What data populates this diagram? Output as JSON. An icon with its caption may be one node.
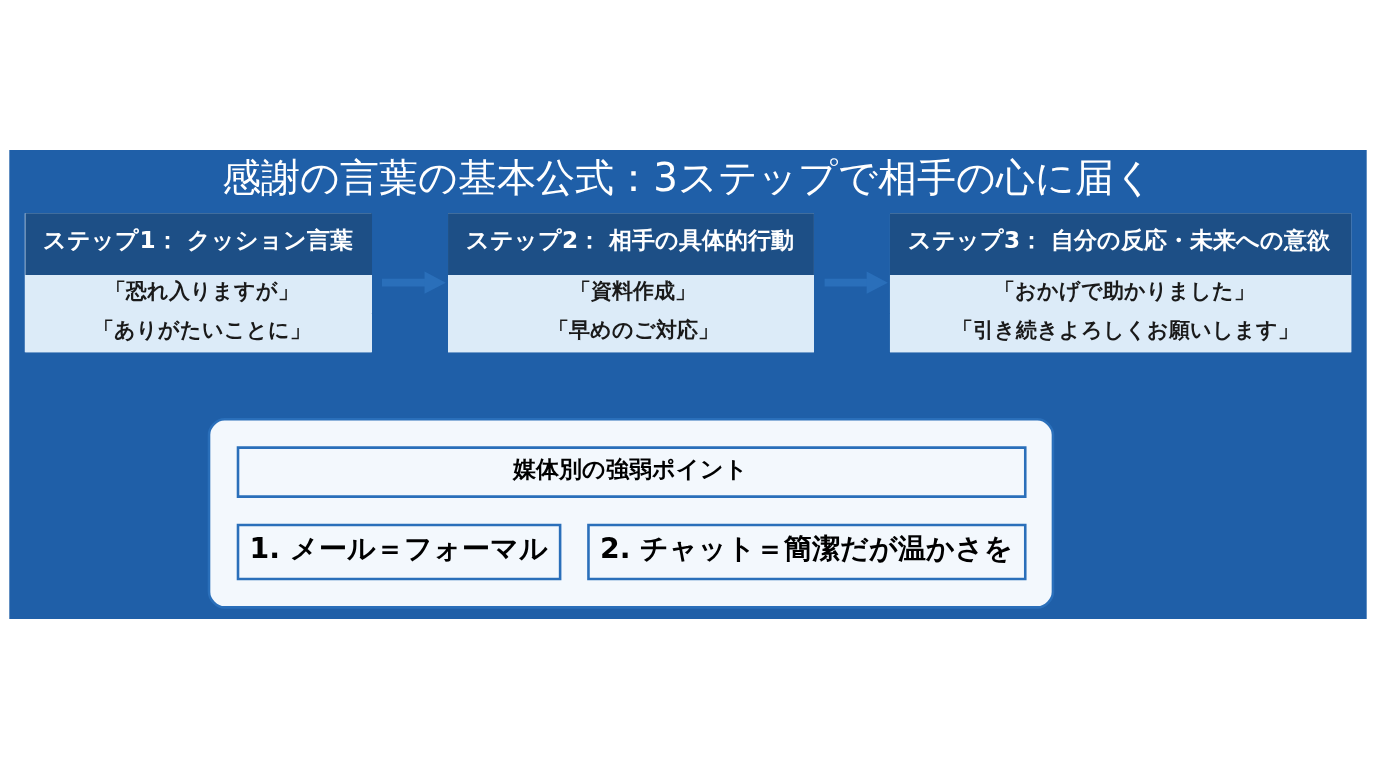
{
  "diagram": {
    "title": "感謝の言葉の基本公式：3ステップで相手の心に届く",
    "nodes": [
      {
        "text": [
          "ステップ1： クッション言葉",
          "「恐れ入りますが」",
          "「ありがたいことに」"
        ]
      },
      {
        "text": [
          "ステップ2： 相手の具体的行動",
          "「資料作成」",
          "「早めのご対応」"
        ]
      },
      {
        "text": [
          "ステップ3： 自分の反応・未来への意欲",
          "「おかげで助かりました」",
          "「引き続きよろしくお願いします」"
        ]
      },
      {
        "text": [
          "媒体別の強弱ポイント",
          "1. メール＝フォーマル",
          "2. チャット＝簡潔だが温かさを"
        ]
      }
    ],
    "edges": [
      {
        "from": 0,
        "to": 1,
        "arrow": "to"
      },
      {
        "from": 1,
        "to": 2,
        "arrow": "to"
      }
    ]
  }
}
